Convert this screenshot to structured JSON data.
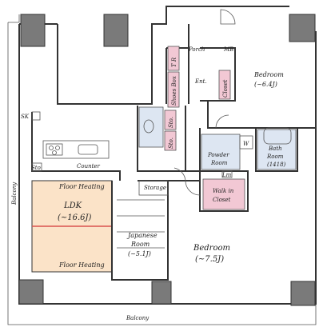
{
  "rooms": {
    "ldk": "LDK",
    "ldk_size": "(~16.6J)",
    "floor_heating_top": "Floor Heating",
    "floor_heating_bottom": "Floor Heating",
    "japanese_room_1": "Japanese",
    "japanese_room_2": "Room",
    "japanese_room_size": "(~5.1J)",
    "bedroom_main": "Bedroom",
    "bedroom_main_size": "(~7.5J)",
    "bedroom_upper": "Bedroom",
    "bedroom_upper_size": "(~6.4J)",
    "storage": "Storage",
    "walk_in_1": "Walk in",
    "walk_in_2": "Closet",
    "powder_1": "Powder",
    "powder_2": "Room",
    "bath_1": "Bath",
    "bath_2": "Room",
    "bath_size": "(1418)",
    "porch": "Porch",
    "mb": "MB",
    "entrance": "Ent.",
    "closet": "Closet",
    "shoes_box": "Shoes Box",
    "tr": "T R",
    "sto_1": "Sto.",
    "sto_2": "Sto.",
    "sto_3": "Sto",
    "counter": "Counter",
    "sk": "SK",
    "w_mark": "W",
    "lm": "Lm",
    "balcony_left": "Balcony",
    "balcony_bottom": "Balcony"
  },
  "colors": {
    "ldk_fill": "#fbe3c8",
    "floor_heating_line": "#d9534f",
    "closet_fill": "#f2c8d4",
    "wet_area_fill": "#dde6f2",
    "pillar": "#7a7a7a"
  }
}
